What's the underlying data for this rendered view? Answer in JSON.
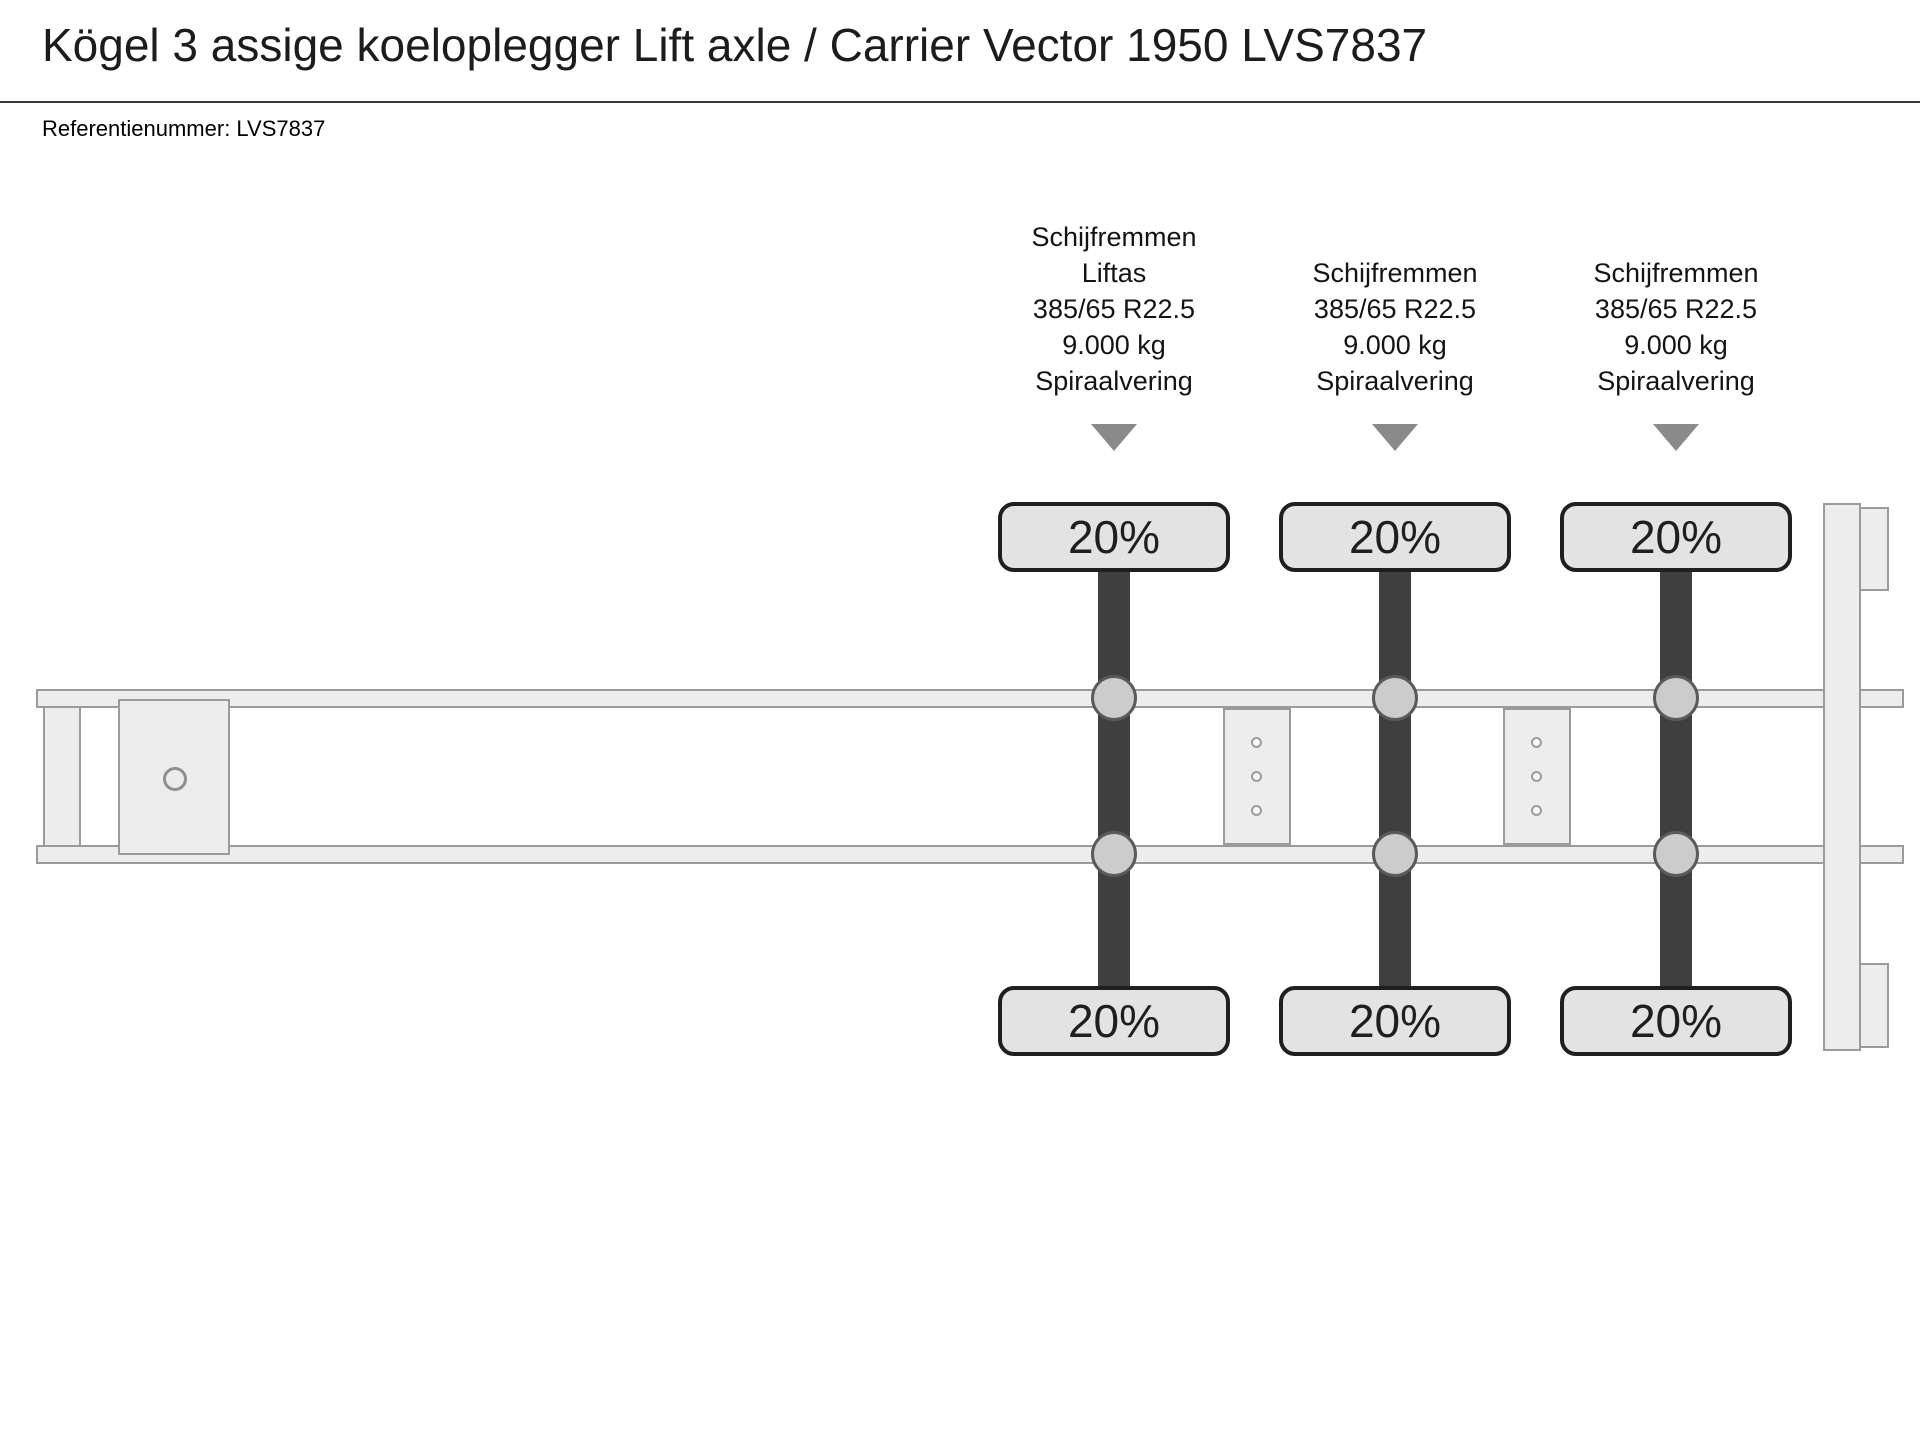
{
  "header": {
    "title": "Kögel 3 assige koeloplegger Lift axle / Carrier Vector 1950 LVS7837",
    "reference": "Referentienummer: LVS7837"
  },
  "diagram": {
    "description": "Top view schematic of 3-axle semi-trailer chassis with axle load percentages",
    "axles": [
      {
        "annotation_lines": [
          "Schijfremmen",
          "Liftas",
          "385/65 R22.5",
          "9.000 kg",
          "Spiraalvering"
        ],
        "top_wheel_load": "20%",
        "bottom_wheel_load": "20%"
      },
      {
        "annotation_lines": [
          "Schijfremmen",
          "385/65 R22.5",
          "9.000 kg",
          "Spiraalvering"
        ],
        "top_wheel_load": "20%",
        "bottom_wheel_load": "20%"
      },
      {
        "annotation_lines": [
          "Schijfremmen",
          "385/65 R22.5",
          "9.000 kg",
          "Spiraalvering"
        ],
        "top_wheel_load": "20%",
        "bottom_wheel_load": "20%"
      }
    ],
    "colors": {
      "chassis_fill": "#ededed",
      "chassis_border": "#9b9b9b",
      "axle_shaft": "#3f3f3f",
      "wheel_fill": "#e3e3e3",
      "wheel_border": "#1f1f1f",
      "arrow": "#8a8a8a",
      "text": "#141414"
    }
  }
}
